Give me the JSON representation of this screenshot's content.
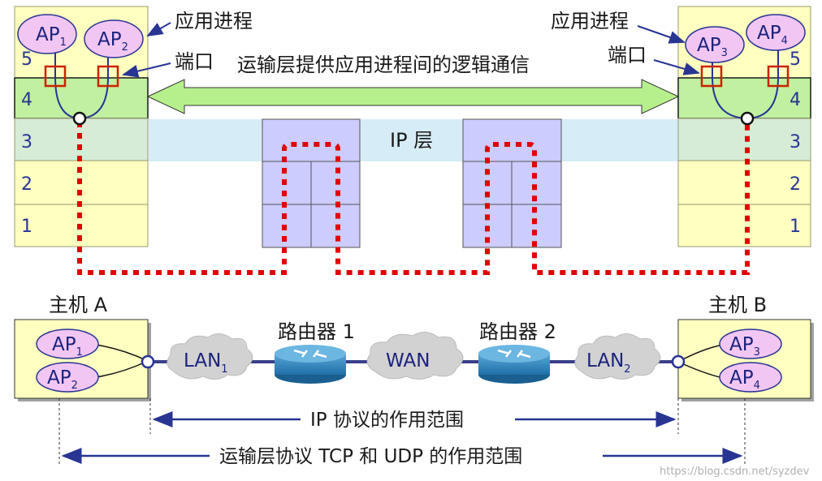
{
  "labels": {
    "app_process": "应用进程",
    "port": "端口",
    "logical_comm": "运输层提供应用进程间的逻辑通信",
    "ip_layer": "IP 层",
    "host_a": "主机 A",
    "host_b": "主机 B",
    "router1": "路由器 1",
    "router2": "路由器 2",
    "ip_scope": "IP 协议的作用范围",
    "transport_scope": "运输层协议 TCP 和 UDP 的作用范围",
    "watermark": "https://blog.csdn.net/syzdev"
  },
  "layers": [
    "5",
    "4",
    "3",
    "2",
    "1"
  ],
  "processes": {
    "ap1": {
      "base": "AP",
      "sub": "1"
    },
    "ap2": {
      "base": "AP",
      "sub": "2"
    },
    "ap3": {
      "base": "AP",
      "sub": "3"
    },
    "ap4": {
      "base": "AP",
      "sub": "4"
    }
  },
  "networks": {
    "lan1": {
      "base": "LAN",
      "sub": "1"
    },
    "wan": {
      "base": "WAN",
      "sub": ""
    },
    "lan2": {
      "base": "LAN",
      "sub": "2"
    }
  },
  "colors": {
    "stack_yellow": "#ffffc0",
    "layer4_green": "#c0f0a0",
    "layer3_blue": "#d6ecf6",
    "router_purple": "#ccccff",
    "ellipse_pink": "#f2c6f2",
    "path_red": "#e00000",
    "arrow_green": "#b6f08c",
    "arrow_dark": "#283593",
    "port_red": "#cc2200"
  }
}
